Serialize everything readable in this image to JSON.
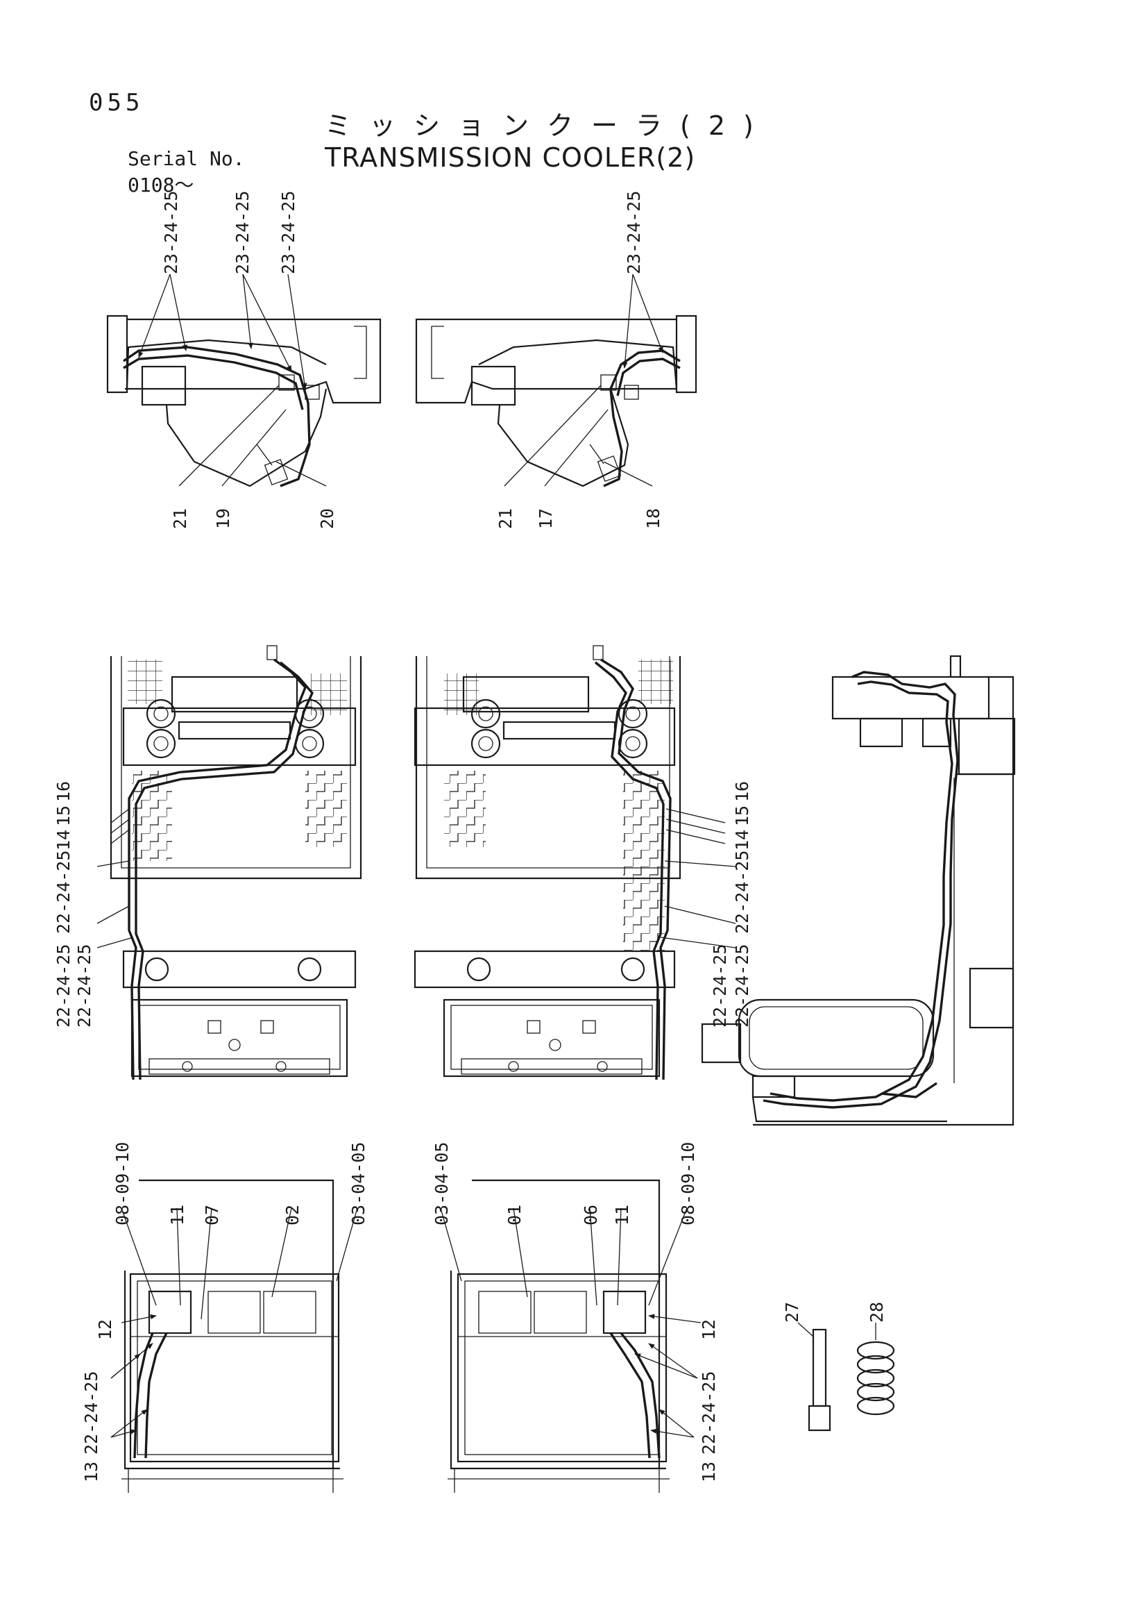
{
  "header": {
    "page_number": "055",
    "title_jp": "ミッションクーラ(2)",
    "title_en": "TRANSMISSION COOLER(2)",
    "serial_label": "Serial No.",
    "serial_range": "0108～"
  },
  "callouts": {
    "c_top_l_1": "23-24-25",
    "c_top_l_2": "23-24-25",
    "c_top_l_3": "23-24-25",
    "c_top_l_21": "21",
    "c_top_l_19": "19",
    "c_top_l_20": "20",
    "c_top_r_1": "23-24-25",
    "c_top_r_21": "21",
    "c_top_r_17": "17",
    "c_top_r_18": "18",
    "c_mid_l_16": "16",
    "c_mid_l_15": "15",
    "c_mid_l_14": "14",
    "c_mid_l_a": "22-24-25",
    "c_mid_l_b": "22-24-25",
    "c_mid_l_c": "22-24-25",
    "c_mid_r_16": "16",
    "c_mid_r_15": "15",
    "c_mid_r_14": "14",
    "c_mid_r_a": "22-24-25",
    "c_mid_r_b": "22-24-25",
    "c_mid_r_c": "22-24-25",
    "c_bot_l_0810": "08-09-10",
    "c_bot_l_11": "11",
    "c_bot_l_07": "07",
    "c_bot_l_02": "02",
    "c_bot_l_0305": "03-04-05",
    "c_bot_l_12": "12",
    "c_bot_l_222425": "22-24-25",
    "c_bot_l_13": "13",
    "c_bot_r_0305": "03-04-05",
    "c_bot_r_01": "01",
    "c_bot_r_06": "06",
    "c_bot_r_11": "11",
    "c_bot_r_0810": "08-09-10",
    "c_bot_r_12": "12",
    "c_bot_r_222425": "22-24-25",
    "c_bot_r_13": "13",
    "c_part_27": "27",
    "c_part_28": "28"
  }
}
